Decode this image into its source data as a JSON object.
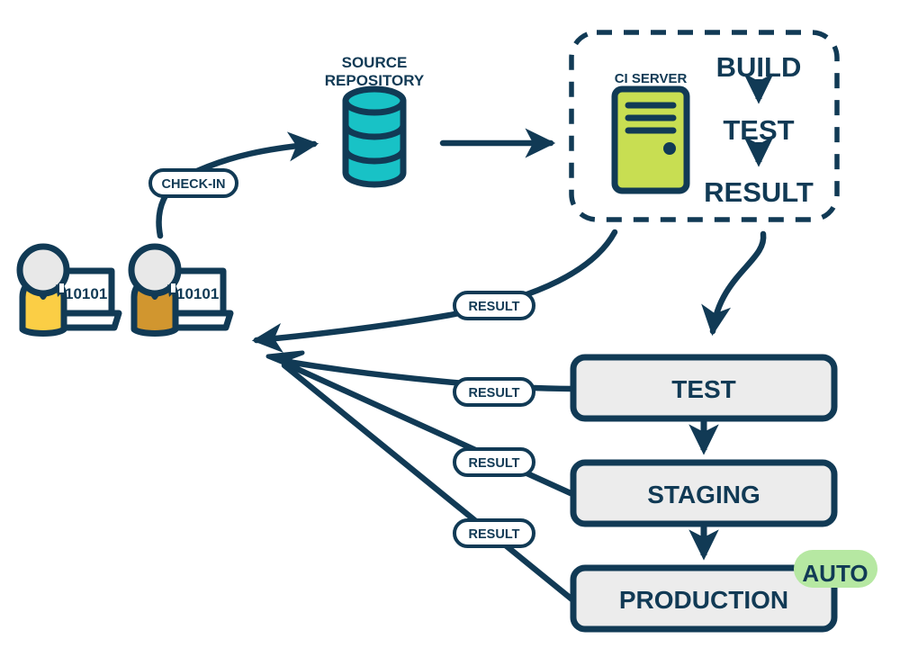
{
  "diagram": {
    "title": "Continuous Integration / Continuous Delivery Pipeline",
    "type": "flow-diagram"
  },
  "colors": {
    "navy": "#113A55",
    "teal": "#18C2C6",
    "server_green": "#C8DE52",
    "auto_green": "#B6E8A2",
    "box_gray": "#ECECEC",
    "head_gray": "#E8E8E8",
    "dev_yellow": "#FBCE45",
    "dev_orange": "#D1962F",
    "white": "#FFFFFF"
  },
  "nodes": {
    "source_repository": {
      "label_line1": "SOURCE",
      "label_line2": "REPOSITORY",
      "icon": "database-cylinder-icon"
    },
    "ci_server": {
      "label": "CI SERVER",
      "icon": "server-rack-icon"
    },
    "ci_steps": [
      {
        "label": "BUILD"
      },
      {
        "label": "TEST"
      },
      {
        "label": "RESULT"
      }
    ],
    "stages": [
      {
        "label": "TEST"
      },
      {
        "label": "STAGING"
      },
      {
        "label": "PRODUCTION"
      }
    ],
    "auto_badge": {
      "label": "AUTO"
    },
    "developers": [
      {
        "name": "developer-one",
        "screen_text": "10101",
        "shirt_color": "#FBCE45"
      },
      {
        "name": "developer-two",
        "screen_text": "10101",
        "shirt_color": "#D1962F"
      }
    ]
  },
  "edge_labels": {
    "check_in": "CHECK-IN",
    "result_ci": "RESULT",
    "result_test": "RESULT",
    "result_staging": "RESULT",
    "result_production": "RESULT"
  },
  "chart_data": {
    "type": "diagram",
    "title": "CI/CD Pipeline Flow",
    "flow": [
      {
        "from": "developers",
        "to": "source-repository",
        "label": "CHECK-IN"
      },
      {
        "from": "source-repository",
        "to": "ci-server",
        "label": ""
      },
      {
        "from": "ci-server",
        "to": "developers",
        "label": "RESULT"
      },
      {
        "from": "ci-server",
        "to": "test-stage",
        "label": ""
      },
      {
        "from": "test-stage",
        "to": "staging-stage",
        "label": ""
      },
      {
        "from": "staging-stage",
        "to": "production-stage",
        "label": ""
      },
      {
        "from": "test-stage",
        "to": "developers",
        "label": "RESULT"
      },
      {
        "from": "staging-stage",
        "to": "developers",
        "label": "RESULT"
      },
      {
        "from": "production-stage",
        "to": "developers",
        "label": "RESULT"
      }
    ],
    "ci_internal_sequence": [
      "BUILD",
      "TEST",
      "RESULT"
    ]
  }
}
